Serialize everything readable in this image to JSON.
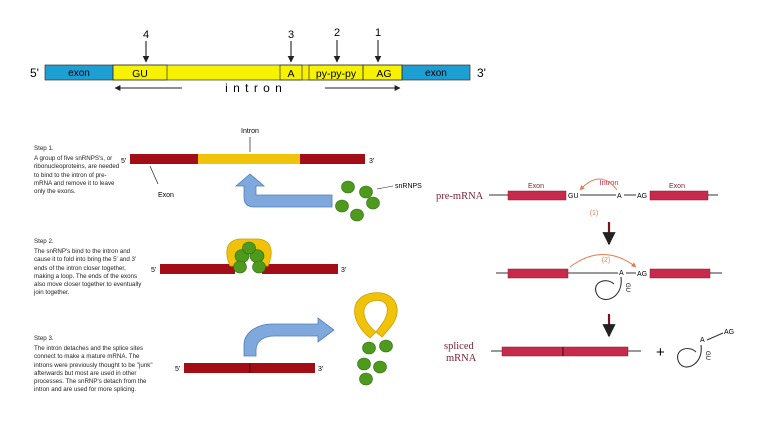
{
  "top_strand": {
    "five_prime": "5'",
    "three_prime": "3'",
    "left_exon": "exon",
    "right_exon": "exon",
    "segments": [
      "GU",
      "A",
      "py-py-py",
      "AG"
    ],
    "arrow_numbers": [
      "4",
      "3",
      "2",
      "1"
    ],
    "intron_label": "i n t r o n"
  },
  "steps": [
    {
      "title": "Step 1.",
      "text": "A group of five snRNPS's, or ribonucleoproteins, are needed to bind to the intron of pre-mRNA and remove it to leave only the exons."
    },
    {
      "title": "Step 2.",
      "text": "The snRNP's bind to the intron and cause it to fold into bring the 5' and 3' ends of the intron closer together, making a loop. The ends of the exons also move closer together to eventually join together."
    },
    {
      "title": "Step 3.",
      "text": "The intron detaches and the splice sites connect to make a mature mRNA. The introns were previously thought to be \"junk\" afterwards but most are used in other processes. The snRNP's detach from the intron and are used for more splicing."
    }
  ],
  "middle": {
    "intron_label": "Intron",
    "exon_label": "Exon",
    "snrnps_label": "snRNPS",
    "five_prime": "5'",
    "three_prime": "3'"
  },
  "right": {
    "pre_mrna": "pre-mRNA",
    "exon_left": "Exon",
    "intron": "Intron",
    "exon_right": "Exon",
    "gu": "GU",
    "a": "A",
    "ag": "AG",
    "step_one": "(1)",
    "step_two": "(2)",
    "spliced": "spliced",
    "mrna": "mRNA",
    "plus": "+",
    "lariat_gu": "GU"
  },
  "colors": {
    "exon_blue": "#1e9fd4",
    "intron_yellow": "#f7f200",
    "exon_red": "#a30d16",
    "intron_gold": "#f0c20a",
    "snrnp_green": "#4e9a1c",
    "arrow_blue": "#7fa9dd",
    "mrna_pink": "#c72a4a",
    "accent_orange": "#e47b56",
    "label_maroon": "#7a2437"
  }
}
